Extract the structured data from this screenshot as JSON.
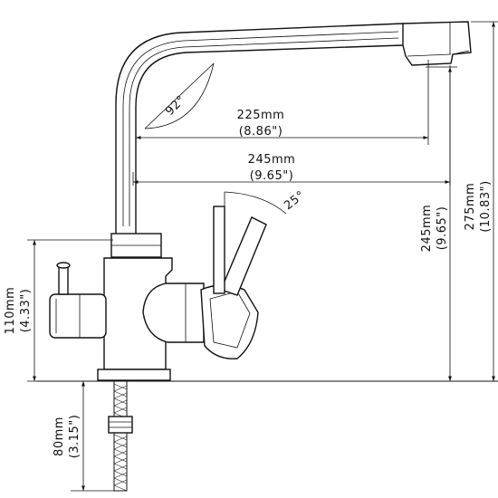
{
  "dimensions": {
    "spout_reach_inner": {
      "mm": "225mm",
      "inch": "(8.86\")"
    },
    "spout_reach_outer": {
      "mm": "245mm",
      "inch": "(9.65\")"
    },
    "spout_height": {
      "mm": "245mm",
      "inch": "(9.65\")"
    },
    "total_height": {
      "mm": "275mm",
      "inch": "(10.83\")"
    },
    "body_height": {
      "mm": "110mm",
      "inch": "(4.33\")"
    },
    "shank_length": {
      "mm": "80mm",
      "inch": "(3.15\")"
    },
    "spout_angle": "92°",
    "lever_angle": "25°"
  }
}
